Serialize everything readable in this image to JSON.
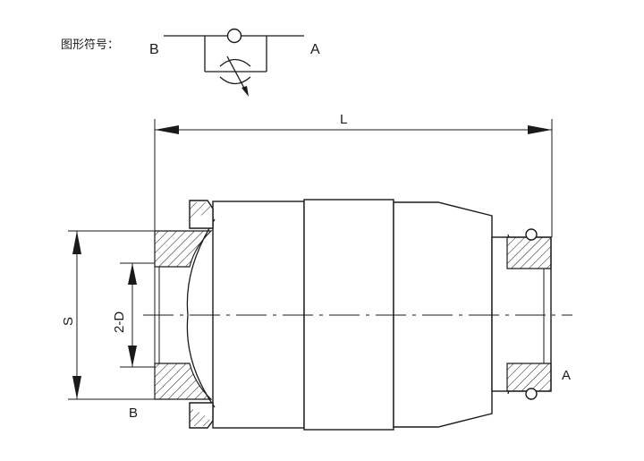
{
  "symbol": {
    "caption": "图形符号：",
    "port_left": "B",
    "port_right": "A"
  },
  "drawing": {
    "dim_length": "L",
    "dim_thread": "S",
    "dim_bore": "2-D",
    "port_inlet": "B",
    "port_outlet": "A"
  }
}
